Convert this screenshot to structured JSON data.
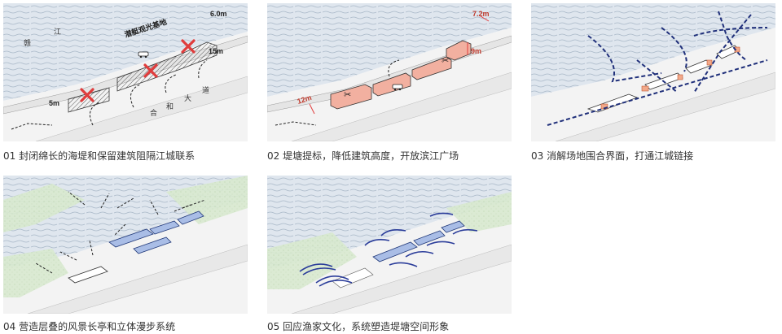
{
  "colors": {
    "water": "#dfe6ee",
    "wave": "#a9b8c8",
    "land": "#f4f4f4",
    "road": "#e9e9e9",
    "green": "#d7e8cf",
    "highlight": "#f2b8a0",
    "red": "#e03c3c",
    "blue_dash": "#1f2f7a",
    "corridor": "#9fb3dc"
  },
  "panels": [
    {
      "caption": "01 封闭绵长的海堤和保留建筑阻隔江城联系",
      "labels": {
        "river": "赣",
        "river2": "江",
        "base": "潜艇观光基地",
        "road": "合",
        "road2": "和",
        "road3": "大",
        "road4": "道",
        "dim_top": "6.0m",
        "dim_side": "15m",
        "dim_left": "5m"
      }
    },
    {
      "caption": "02 堤塘提标，降低建筑高度，开放滨江广场",
      "labels": {
        "dim_top": "7.2m",
        "dim_side": "9m",
        "dim_left": "12m"
      }
    },
    {
      "caption": "03 消解场地围合界面，打通江城链接"
    },
    {
      "caption": "04 营造层叠的风景长亭和立体漫步系统"
    },
    {
      "caption": "05 回应渔家文化，系统塑造堤塘空间形象"
    }
  ]
}
